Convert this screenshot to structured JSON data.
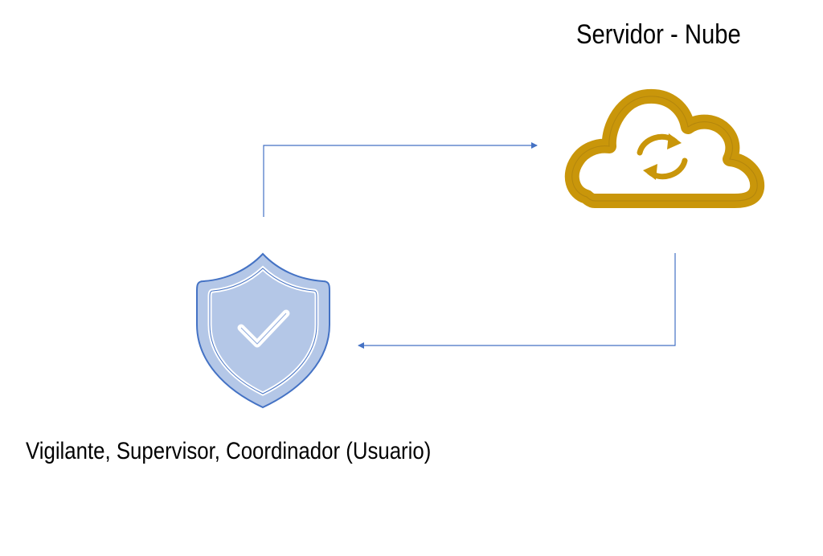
{
  "nodes": {
    "server": {
      "label": "Servidor - Nube",
      "icon": "cloud-sync-icon",
      "color": "#C9960A"
    },
    "user": {
      "label": "Vigilante, Supervisor, Coordinador (Usuario)",
      "icon": "shield-check-icon",
      "fill_color": "#B4C7E7",
      "stroke_color": "#4472C4"
    }
  },
  "edges": [
    {
      "from": "user",
      "to": "server",
      "color": "#4472C4"
    },
    {
      "from": "server",
      "to": "user",
      "color": "#4472C4"
    }
  ]
}
